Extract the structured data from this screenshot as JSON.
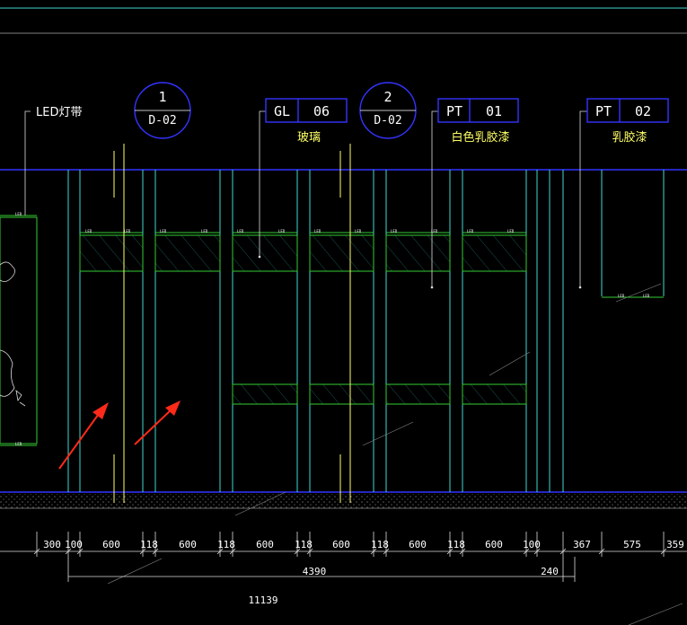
{
  "colors": {
    "background": "#000000",
    "cyan": "#3fd9d2",
    "blue": "#3333ff",
    "yellow": "#ffff66",
    "green": "#33cc33",
    "white": "#ffffff",
    "red": "#ff2a1a",
    "gray": "#888888"
  },
  "callouts": {
    "led_strip": "LED灯带",
    "detail_1": {
      "number": "1",
      "sheet": "D-02"
    },
    "detail_2": {
      "number": "2",
      "sheet": "D-02"
    },
    "gl": {
      "code": "GL",
      "num": "06",
      "desc": "玻璃"
    },
    "pt01": {
      "code": "PT",
      "num": "01",
      "desc": "白色乳胶漆"
    },
    "pt02": {
      "code": "PT",
      "num": "02",
      "desc": "乳胶漆"
    }
  },
  "small_led_label": "LED",
  "dimensions": {
    "segments": [
      "300",
      "100",
      "600",
      "118",
      "600",
      "118",
      "600",
      "118",
      "600",
      "118",
      "600",
      "118",
      "600",
      "100",
      "367",
      "575",
      "359"
    ],
    "total_main": "4390",
    "small": "240",
    "overall": "11139"
  },
  "icons": [
    "arrow-icon-left",
    "arrow-icon-right",
    "map-icon"
  ]
}
